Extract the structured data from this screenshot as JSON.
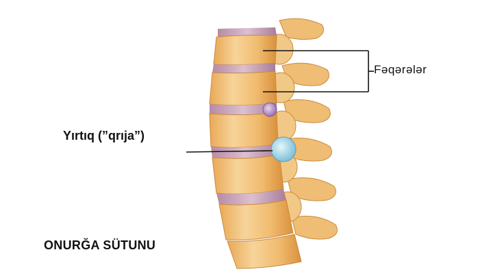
{
  "labels": {
    "vertebrae": "Fəqərələr",
    "hernia": "Yırtıq (”qrıja”)",
    "title": "ONURĞA SÜTUNU"
  },
  "colors": {
    "bone": "#f3c27a",
    "bone_shadow": "#d99a45",
    "disc": "#c9a0b8",
    "hernia_small": "#b88fc6",
    "hernia_large": "#a7d7e8",
    "leader_line": "#111111"
  }
}
